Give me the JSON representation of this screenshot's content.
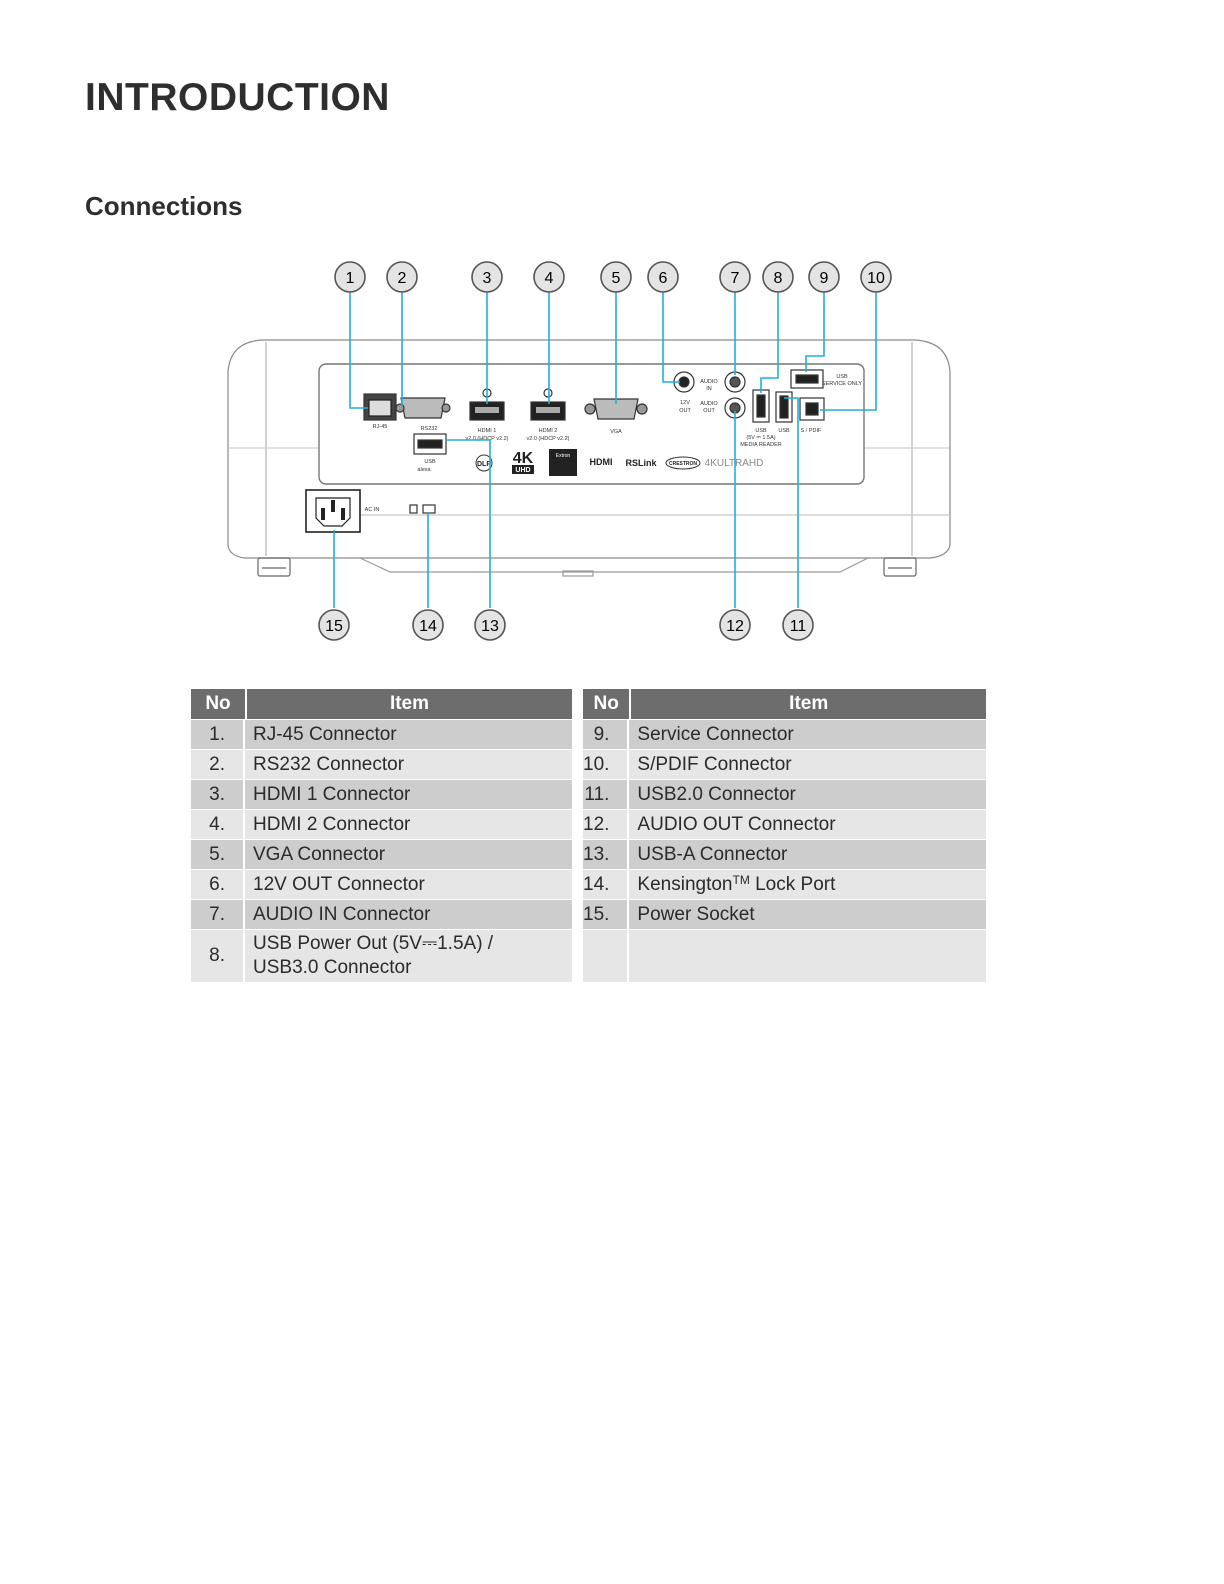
{
  "page": {
    "title": "INTRODUCTION",
    "subtitle": "Connections"
  },
  "diagram": {
    "callouts": [
      "1",
      "2",
      "3",
      "4",
      "5",
      "6",
      "7",
      "8",
      "9",
      "10",
      "11",
      "12",
      "13",
      "14",
      "15"
    ],
    "port_labels": {
      "rj45": "RJ-45",
      "rs232": "RS232",
      "hdmi1": "HDMI 1",
      "hdmi1_sub": "v2.0 (HDCP v2.2)",
      "hdmi2": "HDMI 2",
      "hdmi2_sub": "v2.0 (HDCP v2.2)",
      "vga": "VGA",
      "out12v_a": "12V",
      "out12v_b": "OUT",
      "audio_in_a": "AUDIO",
      "audio_in_b": "IN",
      "audio_out_a": "AUDIO",
      "audio_out_b": "OUT",
      "usb_service_a": "USB",
      "usb_service_b": "SERVICE ONLY",
      "spdif": "S / PDIF",
      "usb_power_a": "USB",
      "usb_power_b": "(5V ⎓ 1.5A)",
      "usb_power_c": "MEDIA READER",
      "usb2": "USB",
      "usb_alexa_a": "USB",
      "usb_alexa_b": "alexa",
      "power": "AC IN"
    },
    "logos": {
      "uhd_top": "4K",
      "uhd_bottom": "UHD",
      "hdmi": "HDMI",
      "rslink": "RSLink",
      "crestron": "CRESTRON",
      "ultrahd": "4KULTRAHD",
      "dlp": "DLP",
      "extron": "Extron"
    }
  },
  "table_left": {
    "headers": {
      "no": "No",
      "item": "Item"
    },
    "rows": [
      {
        "no": "1.",
        "item": "RJ-45 Connector"
      },
      {
        "no": "2.",
        "item": "RS232 Connector"
      },
      {
        "no": "3.",
        "item": "HDMI 1 Connector"
      },
      {
        "no": "4.",
        "item": "HDMI 2 Connector"
      },
      {
        "no": "5.",
        "item": "VGA Connector"
      },
      {
        "no": "6.",
        "item": "12V OUT Connector"
      },
      {
        "no": "7.",
        "item": "AUDIO IN Connector"
      },
      {
        "no": "8.",
        "item": "USB Power Out (5V⎓1.5A) /",
        "item_line2": "USB3.0 Connector"
      }
    ]
  },
  "table_right": {
    "headers": {
      "no": "No",
      "item": "Item"
    },
    "rows": [
      {
        "no": "9.",
        "item": "Service Connector"
      },
      {
        "no": "10.",
        "item": "S/PDIF Connector"
      },
      {
        "no": "11.",
        "item": "USB2.0 Connector"
      },
      {
        "no": "12.",
        "item": "AUDIO OUT Connector"
      },
      {
        "no": "13.",
        "item": "USB-A Connector"
      },
      {
        "no": "14.",
        "item_prefix": "Kensington",
        "item_sup": "TM",
        "item_suffix": " Lock Port"
      },
      {
        "no": "15.",
        "item": "Power Socket"
      },
      {
        "no": "",
        "item": ""
      }
    ]
  }
}
